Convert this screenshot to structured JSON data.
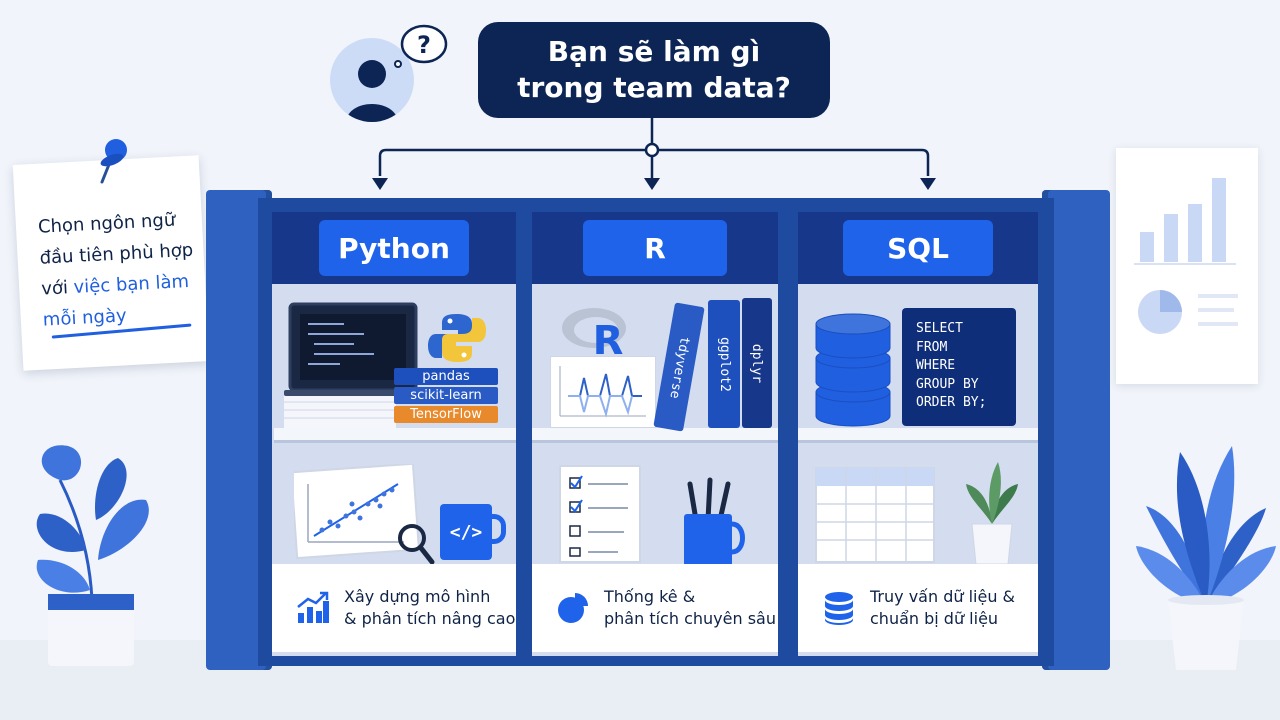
{
  "question": {
    "line1": "Bạn sẽ làm gì",
    "line2": "trong team data?"
  },
  "note": {
    "line1": "Chọn ngôn ngữ",
    "line2": "đầu tiên phù hợp",
    "line3_plain": "với ",
    "line3_highlight": "việc bạn làm",
    "line4_highlight": "mỗi ngày"
  },
  "thought_mark": "?",
  "languages": [
    {
      "name": "Python",
      "caption1": "Xây dựng mô hình",
      "caption2": "& phân tích nâng cao",
      "icon": "bar-chart-up-icon"
    },
    {
      "name": "R",
      "caption1": "Thống kê &",
      "caption2": "phân tích chuyên sâu",
      "icon": "pie-chart-icon"
    },
    {
      "name": "SQL",
      "caption1": "Truy vấn dữ liệu &",
      "caption2": "chuẩn bị dữ liệu",
      "icon": "database-icon"
    }
  ],
  "python_books": [
    "pandas",
    "scikit-learn",
    "TensorFlow"
  ],
  "r_logo": "R",
  "r_books": [
    "tdyverse",
    "ggplot2",
    "dplyr"
  ],
  "sql_keywords": [
    "SELECT",
    "FROM",
    "WHERE",
    "GROUP BY",
    "ORDER BY;"
  ],
  "code_mug": "</>",
  "colors": {
    "accent": "#1f63ea",
    "navy": "#0c2555",
    "cabinet": "#1e4aa0",
    "orange": "#e88a2c"
  }
}
